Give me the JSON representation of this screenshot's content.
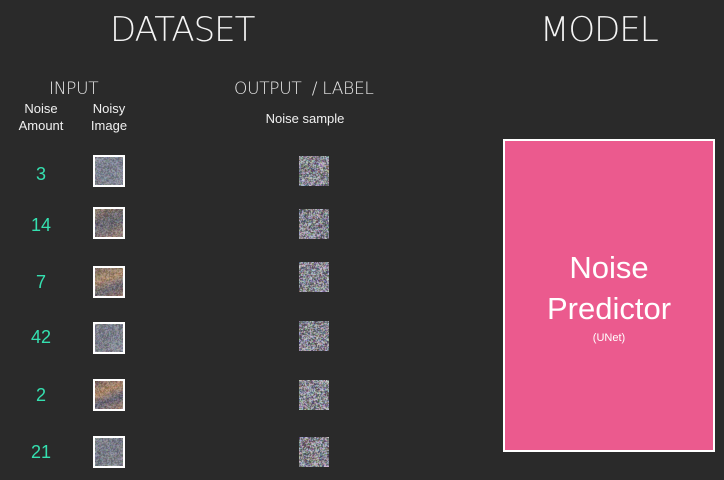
{
  "dataset_title": "DATASET",
  "model_title": "MODEL",
  "input_header": "INPUT",
  "output_header": "OUTPUT  / LABEL",
  "columns": {
    "noise_amount": [
      "Noise",
      "Amount"
    ],
    "noisy_image": [
      "Noisy",
      "Image"
    ],
    "noise_sample": "Noise sample"
  },
  "rows": [
    {
      "noise_amount": "3"
    },
    {
      "noise_amount": "14"
    },
    {
      "noise_amount": "7"
    },
    {
      "noise_amount": "42"
    },
    {
      "noise_amount": "2"
    },
    {
      "noise_amount": "21"
    }
  ],
  "model": {
    "line1": "Noise",
    "line2": "Predictor",
    "line3": "(UNet)"
  },
  "colors": {
    "background": "#2a2a2a",
    "amount_text": "#35e0b0",
    "model_fill": "#eb5a8e"
  }
}
